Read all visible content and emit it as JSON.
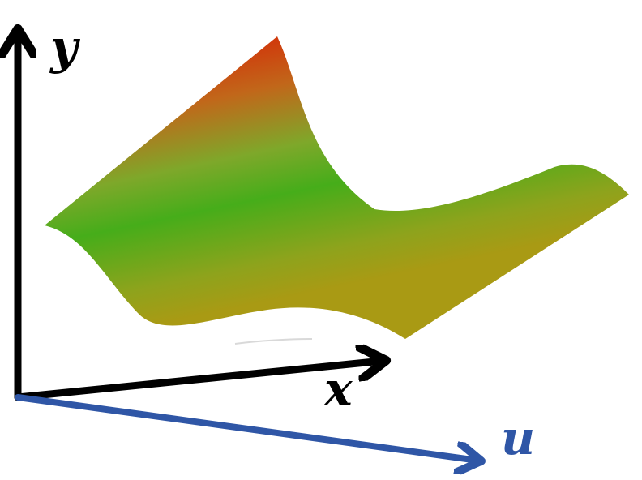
{
  "axes": {
    "y_label": "y",
    "x_label": "x",
    "u_label": "u"
  },
  "colors": {
    "axis_black": "#000000",
    "axis_u": "#2f56a6",
    "surface_high": "#d03a0c",
    "surface_mid": "#46ad1a",
    "surface_low": "#a99a14"
  }
}
